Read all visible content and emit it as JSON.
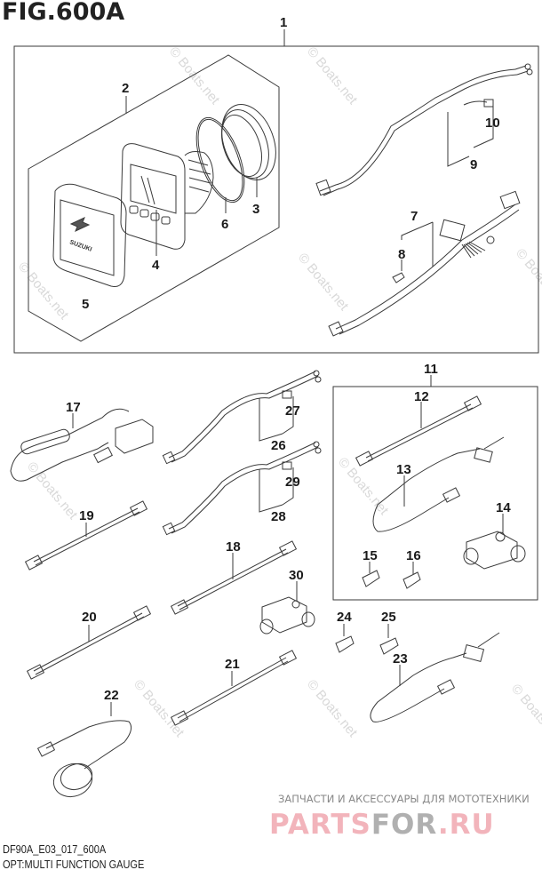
{
  "figure": {
    "title": "FIG.600A",
    "code": "DF90A_E03_017_600A",
    "name": "OPT:MULTI FUNCTION GAUGE"
  },
  "watermark": {
    "text": "© Boats.net"
  },
  "promo": {
    "tagline": "ЗАПЧАСТИ И АКСЕССУАРЫ ДЛЯ МОТОТЕХНИКИ",
    "logo_part1": "PARTS",
    "logo_part2": "FOR",
    "logo_part3": ".RU"
  },
  "gauge_logo_text": "SUZUKI",
  "callouts": [
    "1",
    "2",
    "3",
    "4",
    "5",
    "6",
    "7",
    "8",
    "9",
    "10",
    "11",
    "12",
    "13",
    "14",
    "15",
    "16",
    "17",
    "18",
    "19",
    "20",
    "21",
    "22",
    "23",
    "24",
    "25",
    "26",
    "27",
    "28",
    "29",
    "30"
  ],
  "colors": {
    "line": "#3a3a3a",
    "watermark": "#d9d9d9",
    "promo_pink": "#f2b4bb",
    "promo_gray": "#b0b0b0"
  }
}
